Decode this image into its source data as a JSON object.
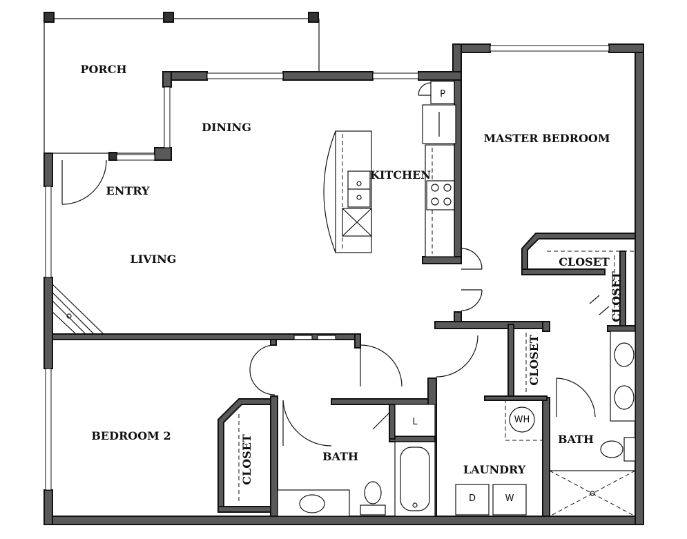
{
  "plan": {
    "rooms": {
      "porch": "PORCH",
      "dining": "DINING",
      "kitchen": "KITCHEN",
      "master_bedroom": "MASTER BEDROOM",
      "entry": "ENTRY",
      "living": "LIVING",
      "closet_master_a": "CLOSET",
      "closet_master_b": "CLOSET",
      "closet_hall": "CLOSET",
      "bedroom2": "BEDROOM 2",
      "closet_bed2": "CLOSET",
      "bath_hall": "BATH",
      "laundry": "LAUNDRY",
      "bath_master": "BATH"
    },
    "fixtures": {
      "pantry": "P",
      "linen": "L",
      "dryer": "D",
      "washer": "W",
      "water_heater": "WH"
    }
  }
}
